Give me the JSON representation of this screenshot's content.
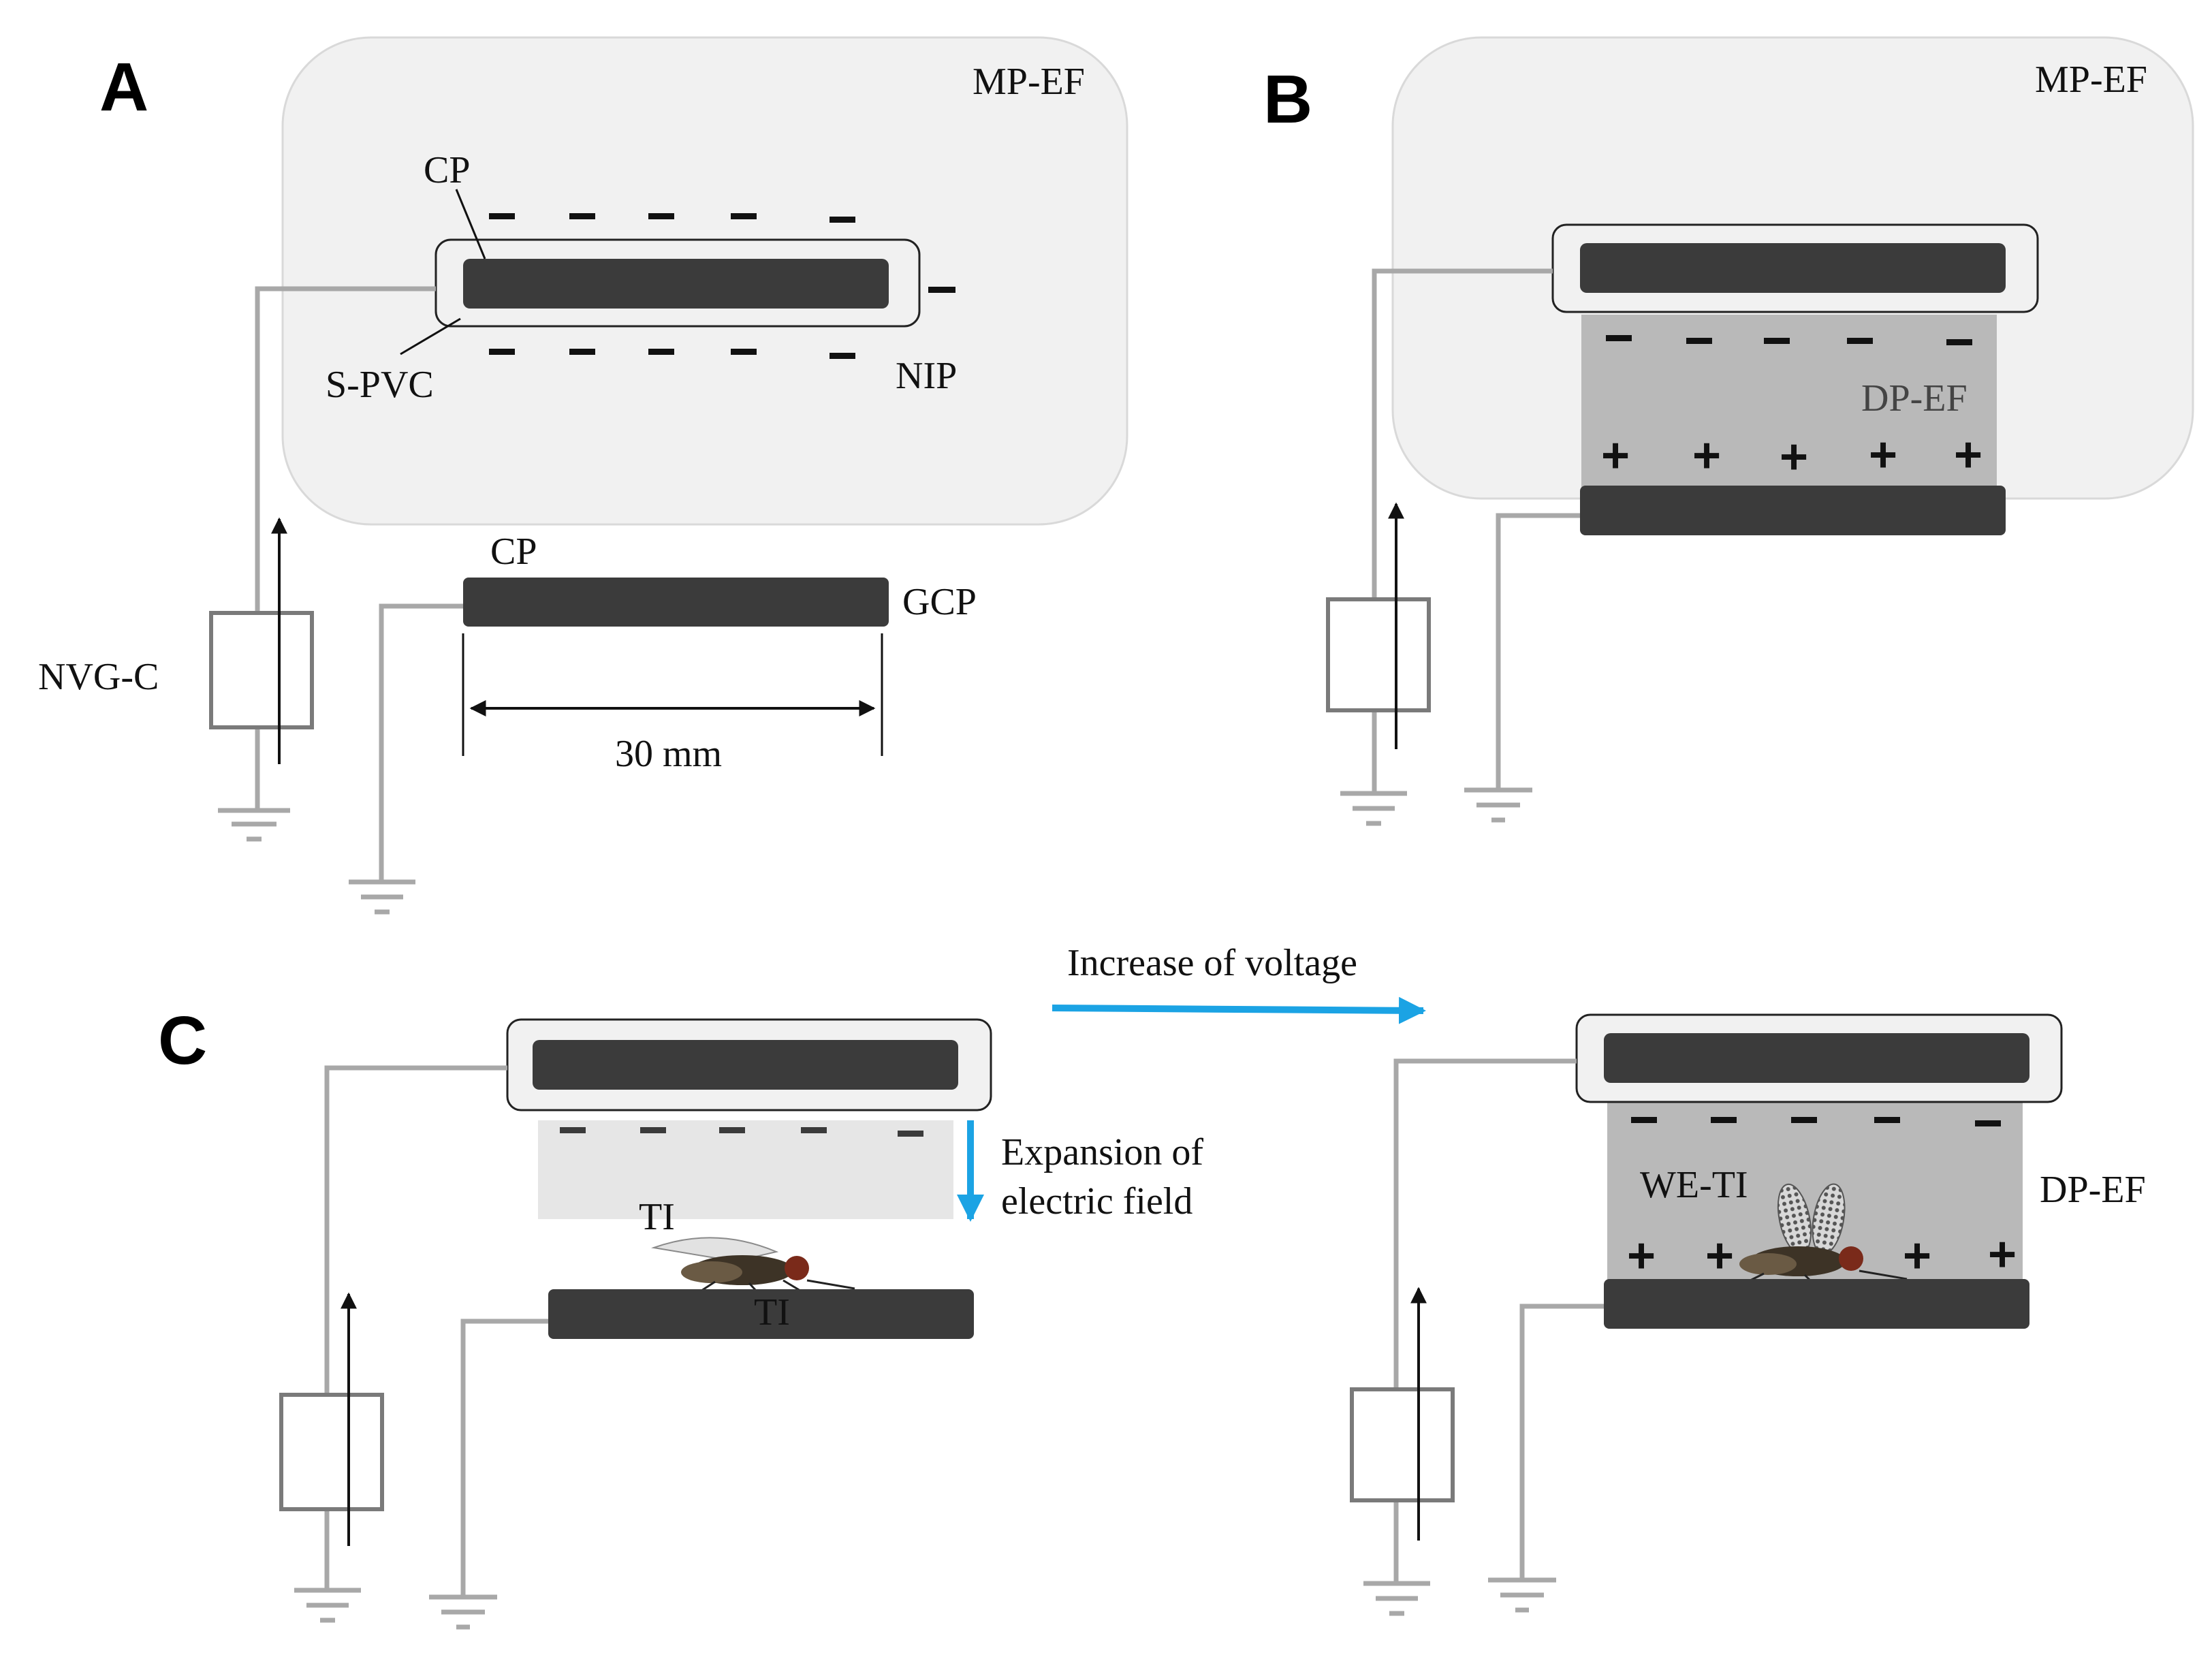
{
  "panels": {
    "a": "A",
    "b": "B",
    "c": "C"
  },
  "labels": {
    "mpef_a": "MP-EF",
    "mpef_b": "MP-EF",
    "cp_top": "CP",
    "cp_bottom": "CP",
    "spvc": "S-PVC",
    "nip": "NIP",
    "gcp": "GCP",
    "nvgc": "NVG-C",
    "scale": "30 mm",
    "dpef_b": "DP-EF",
    "dpef_c": "DP-EF",
    "ti_upper": "TI",
    "ti_lower": "TI",
    "weti": "WE-TI",
    "increase": "Increase of voltage",
    "expansion_line1": "Expansion of",
    "expansion_line2": "electric field"
  },
  "colors": {
    "accent_arrow": "#1ba3e4",
    "plate": "#3b3b3b",
    "wire": "#a8a8a8",
    "field_region": "#f1f1f1",
    "dpef_region": "#b9b9b9",
    "expansion_region": "#e6e6e6"
  },
  "icons": {
    "fly": "housefly-image",
    "ground": "ground-symbol",
    "source": "voltage-generator-symbol"
  }
}
